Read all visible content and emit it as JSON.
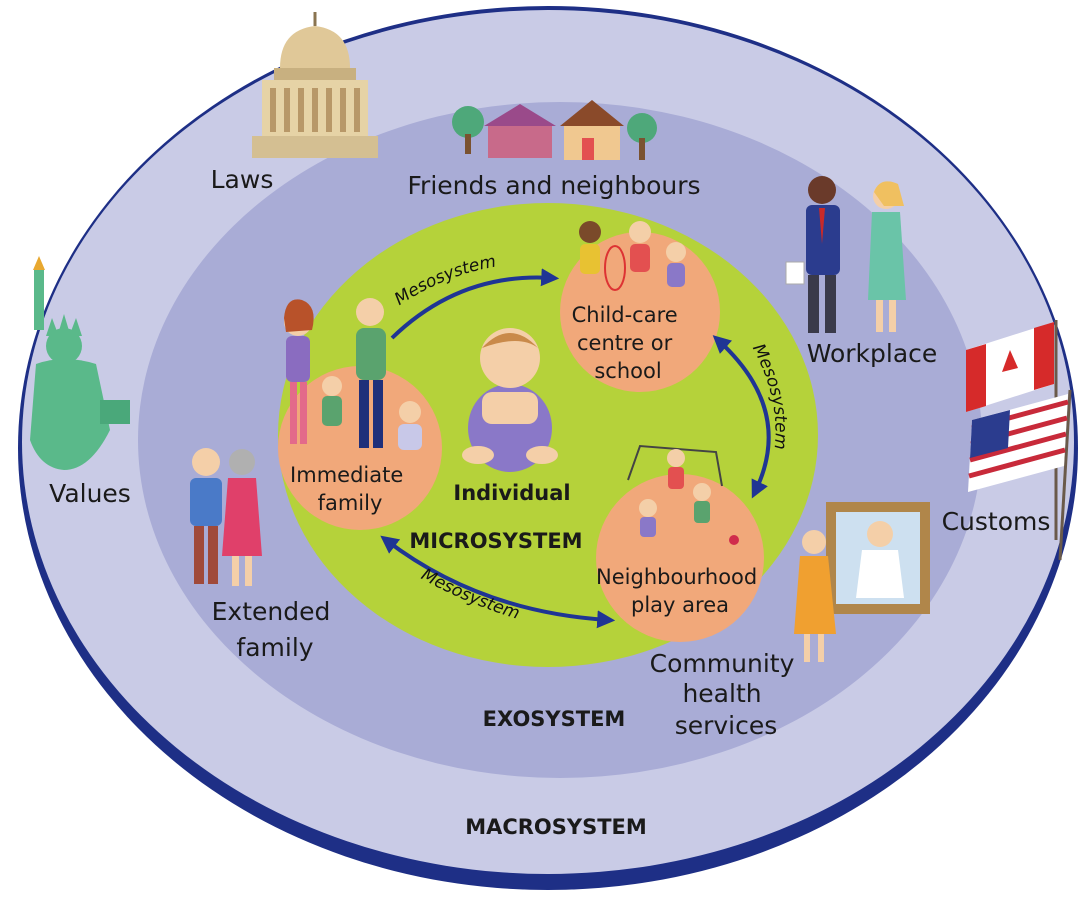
{
  "diagram": {
    "systems": {
      "macro": "MACROSYSTEM",
      "exo": "EXOSYSTEM",
      "micro": "MICROSYSTEM"
    },
    "center": "Individual",
    "micro_nodes": {
      "childcare": [
        "Child-care",
        "centre or",
        "school"
      ],
      "family": [
        "Immediate",
        "family"
      ],
      "playarea": [
        "Neighbourhood",
        "play area"
      ]
    },
    "meso_label": "Mesosystem",
    "exo_nodes": {
      "friends": "Friends and neighbours",
      "workplace": "Workplace",
      "extended": [
        "Extended",
        "family"
      ],
      "health": [
        "Community",
        "health",
        "services"
      ]
    },
    "macro_nodes": {
      "laws": "Laws",
      "values": "Values",
      "customs": "Customs"
    },
    "colors": {
      "macro_fill": "#c9cbe6",
      "macro_rim": "#1e2f86",
      "exo_fill": "#a9acd6",
      "micro_fill": "#b5d23a",
      "node_fill": "#f1a87a",
      "arrow": "#1f3594"
    }
  }
}
